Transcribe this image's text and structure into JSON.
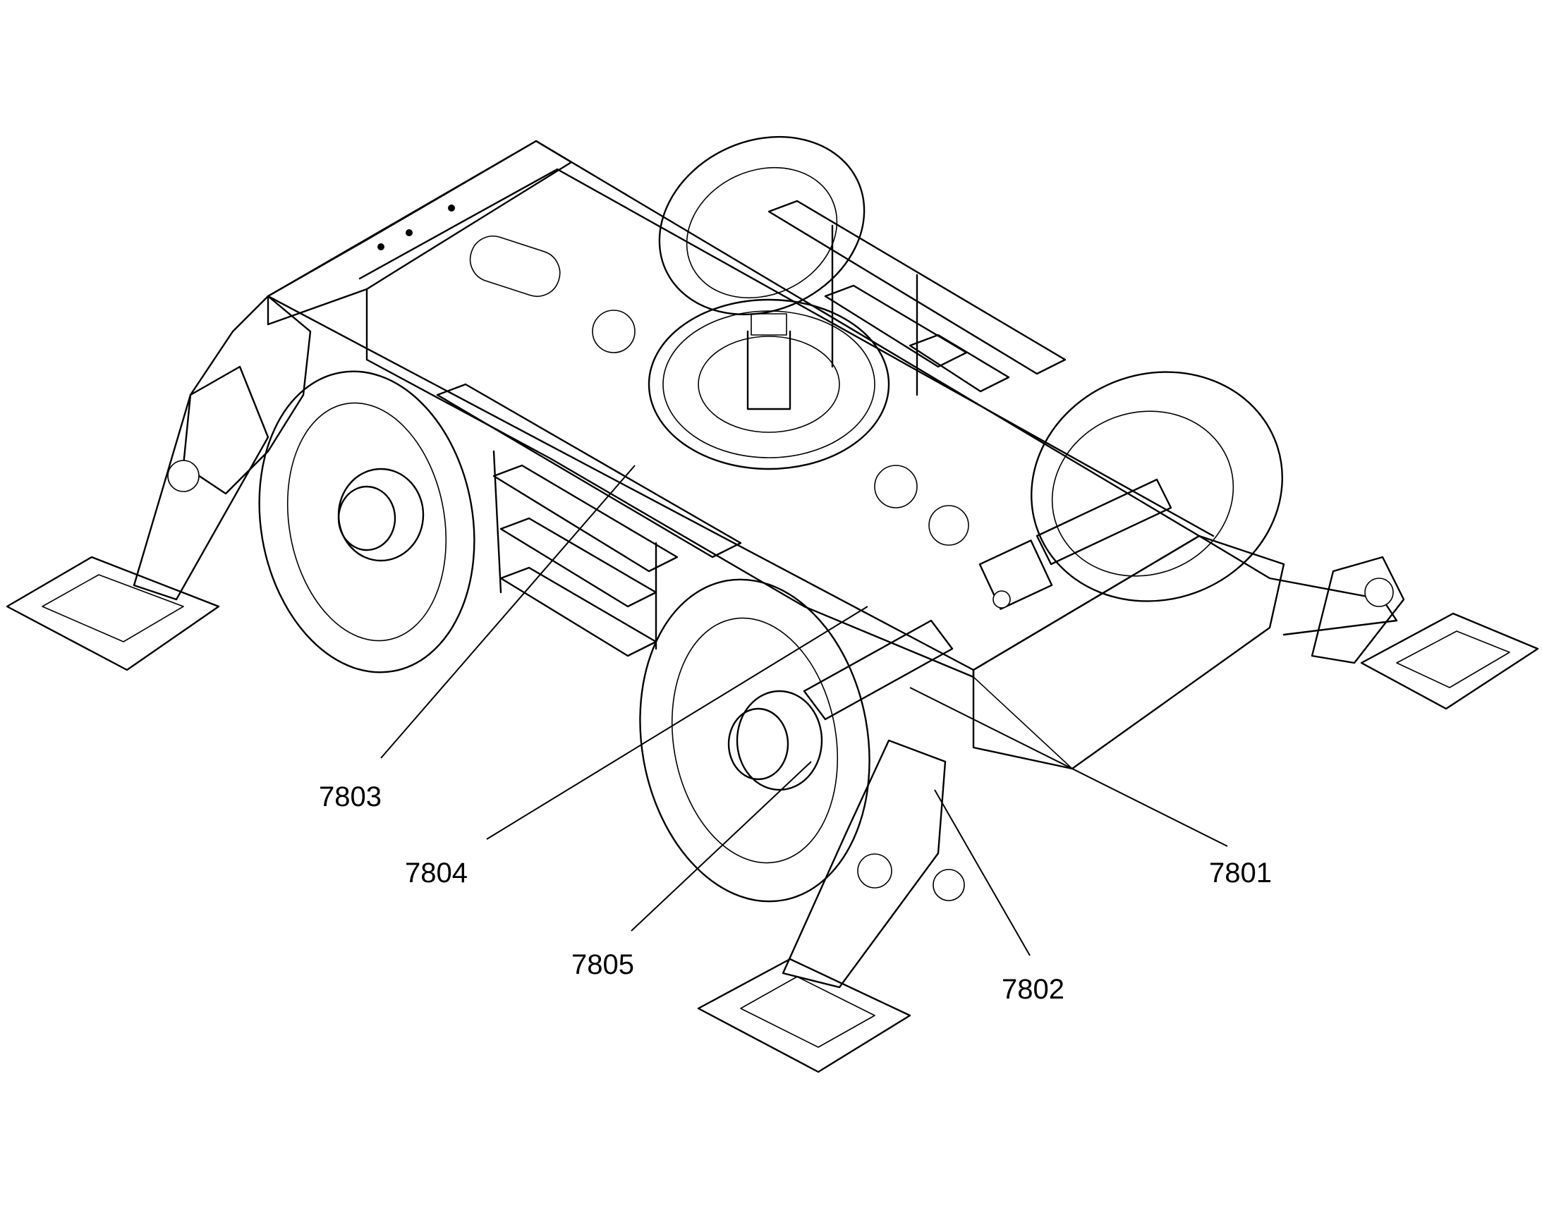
{
  "callouts": [
    {
      "id": "7801",
      "label": "7801"
    },
    {
      "id": "7802",
      "label": "7802"
    },
    {
      "id": "7803",
      "label": "7803"
    },
    {
      "id": "7804",
      "label": "7804"
    },
    {
      "id": "7805",
      "label": "7805"
    }
  ]
}
